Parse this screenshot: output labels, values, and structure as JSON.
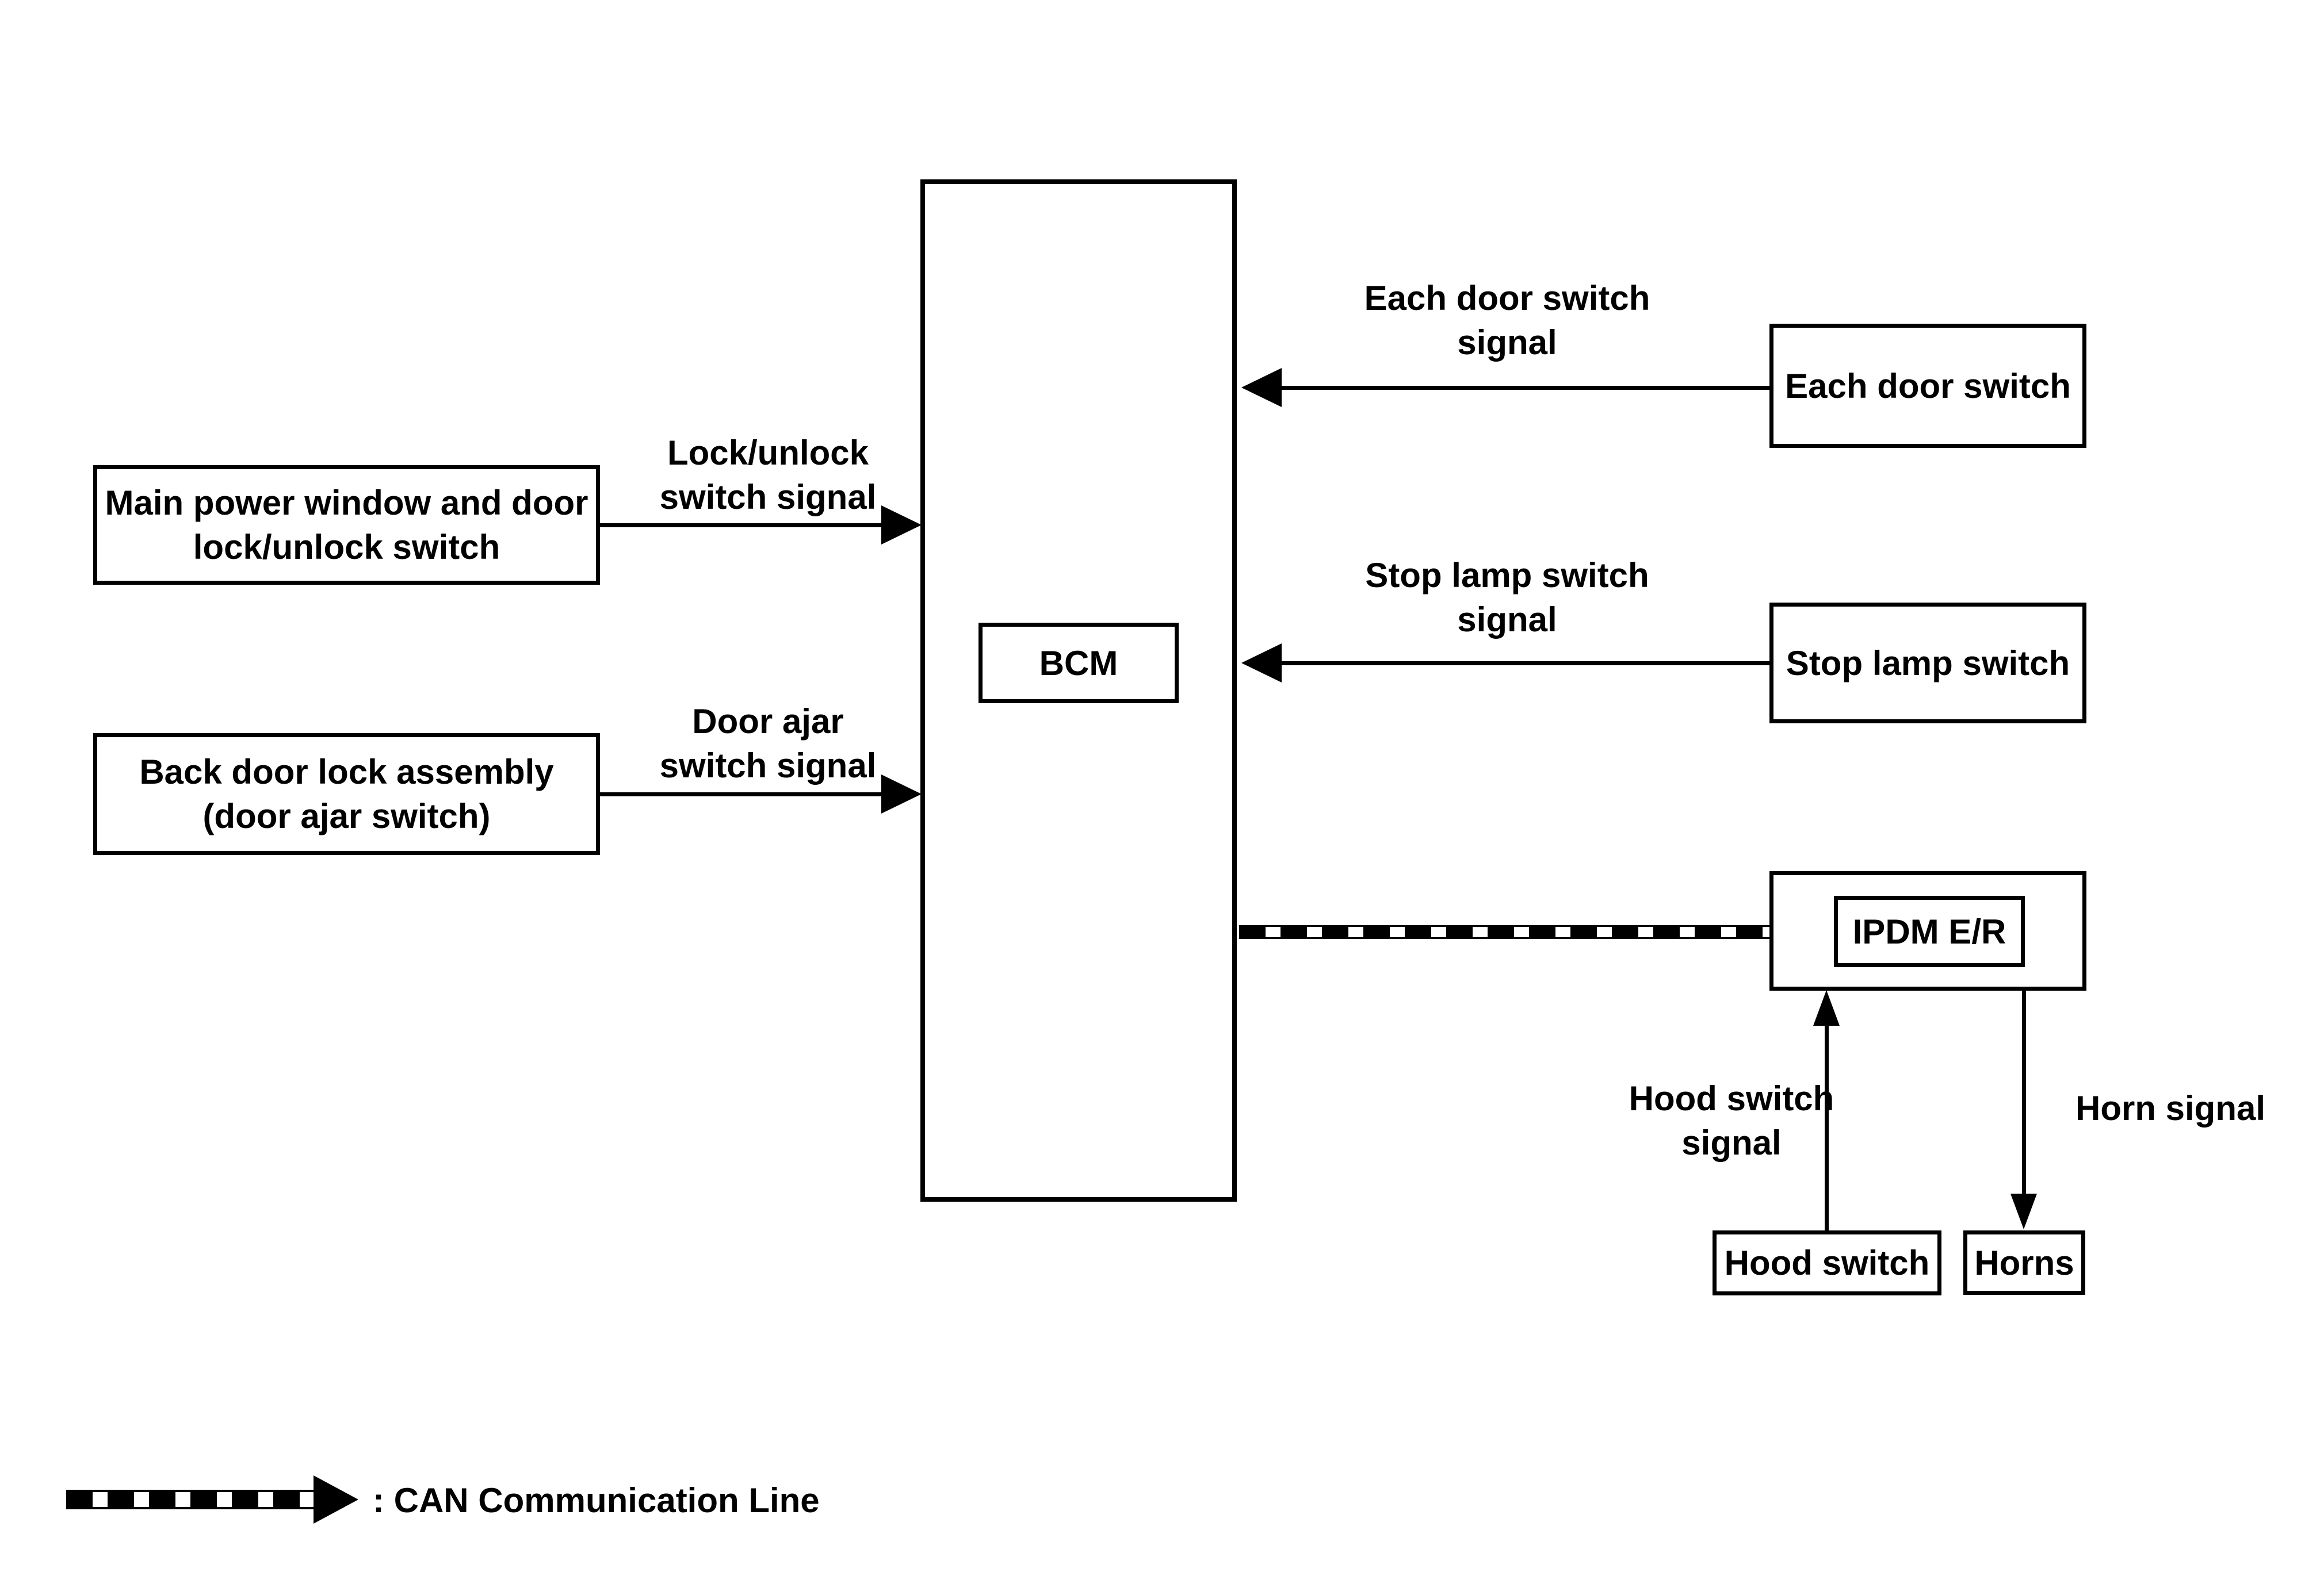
{
  "diagram": {
    "bcm": {
      "label": "BCM"
    },
    "ipdm": {
      "label": "IPDM E/R"
    },
    "boxes": {
      "main_power": {
        "line1": "Main power window and door",
        "line2": "lock/unlock switch"
      },
      "back_door": {
        "line1": "Back door lock assembly",
        "line2": "(door ajar switch)"
      },
      "each_door": {
        "label": "Each door switch"
      },
      "stop_lamp": {
        "label": "Stop lamp switch"
      },
      "hood_switch": {
        "label": "Hood switch"
      },
      "horns": {
        "label": "Horns"
      }
    },
    "signals": {
      "lock_unlock": {
        "line1": "Lock/unlock",
        "line2": "switch signal"
      },
      "door_ajar": {
        "line1": "Door ajar",
        "line2": "switch signal"
      },
      "each_door": {
        "line1": "Each door switch",
        "line2": "signal"
      },
      "stop_lamp": {
        "line1": "Stop lamp switch",
        "line2": "signal"
      },
      "hood": {
        "line1": "Hood switch",
        "line2": "signal"
      },
      "horn": {
        "label": "Horn signal"
      }
    },
    "legend": {
      "label": ": CAN Communication Line"
    },
    "colors": {
      "ink": "#000000",
      "background": "#ffffff"
    }
  }
}
